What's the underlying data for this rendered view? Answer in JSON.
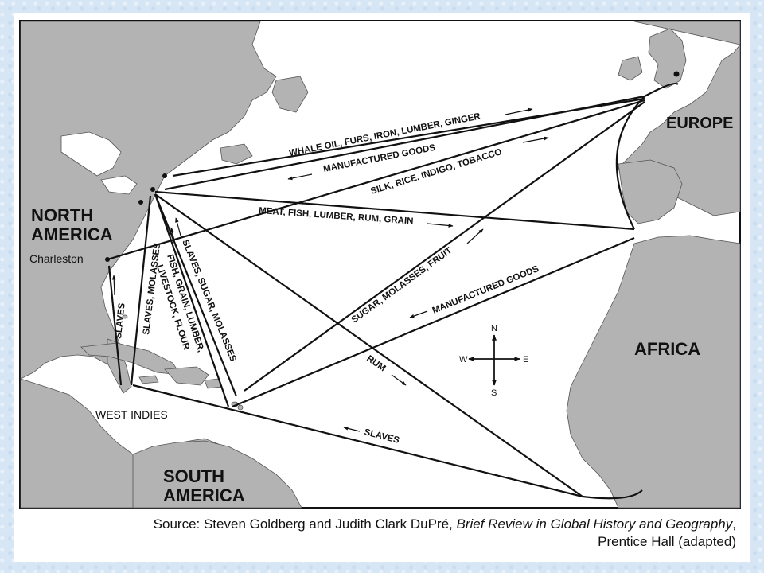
{
  "regions": {
    "north_america": [
      "NORTH",
      "AMERICA"
    ],
    "south_america": [
      "SOUTH",
      "AMERICA"
    ],
    "europe": "EUROPE",
    "africa": "AFRICA",
    "west_indies": "WEST INDIES",
    "charleston": "Charleston"
  },
  "routes": {
    "whale_oil": "WHALE OIL, FURS, IRON, LUMBER, GINGER",
    "manufactured_goods_north": "MANUFACTURED GOODS",
    "silk_rice": "SILK, RICE, INDIGO, TOBACCO",
    "meat_fish": "MEAT, FISH, LUMBER, RUM, GRAIN",
    "sugar_molasses_fruit": "SUGAR, MOLASSES, FRUIT",
    "manufactured_goods_africa": "MANUFACTURED GOODS",
    "rum": "RUM",
    "slaves_middle": "SLAVES",
    "slaves_charleston": "SLAVES",
    "slaves_molasses": "SLAVES, MOLASSES",
    "fish_grain": "FISH, GRAIN, LUMBER,",
    "livestock_flour": "LIVESTOCK, FLOUR",
    "slaves_sugar_molasses": "SLAVES, SUGAR, MOLASSES"
  },
  "compass": {
    "n": "N",
    "s": "S",
    "e": "E",
    "w": "W"
  },
  "source": {
    "prefix": "Source: Steven Goldberg and Judith Clark DuPré, ",
    "title": "Brief Review in Global History and Geography",
    "suffix": ",",
    "publisher": "Prentice Hall (adapted)"
  }
}
